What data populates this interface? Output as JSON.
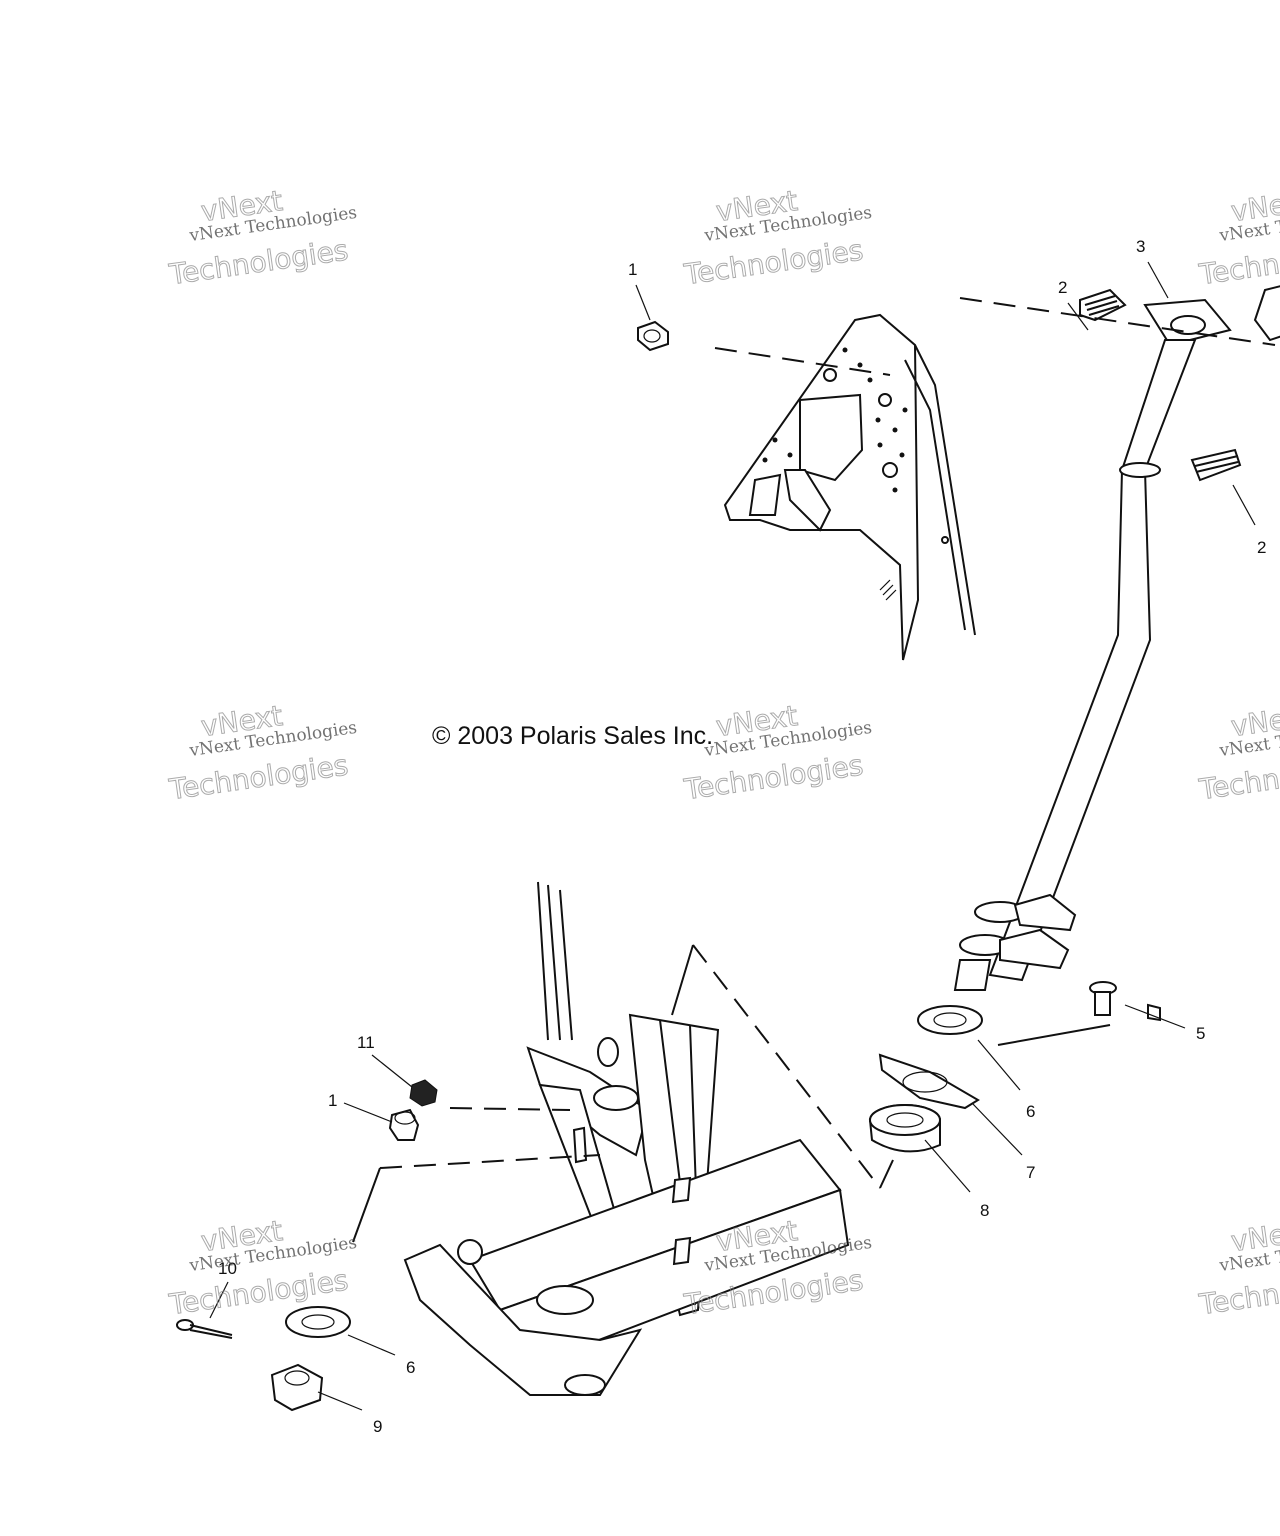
{
  "copyright": "© 2003 Polaris Sales Inc.",
  "watermark": {
    "brand": "vNext",
    "line1": "vNext Technologies",
    "line2": "Technologies"
  },
  "callouts": [
    "1",
    "2",
    "3",
    "2",
    "1",
    "11",
    "5",
    "6",
    "7",
    "8",
    "10",
    "6",
    "9"
  ]
}
